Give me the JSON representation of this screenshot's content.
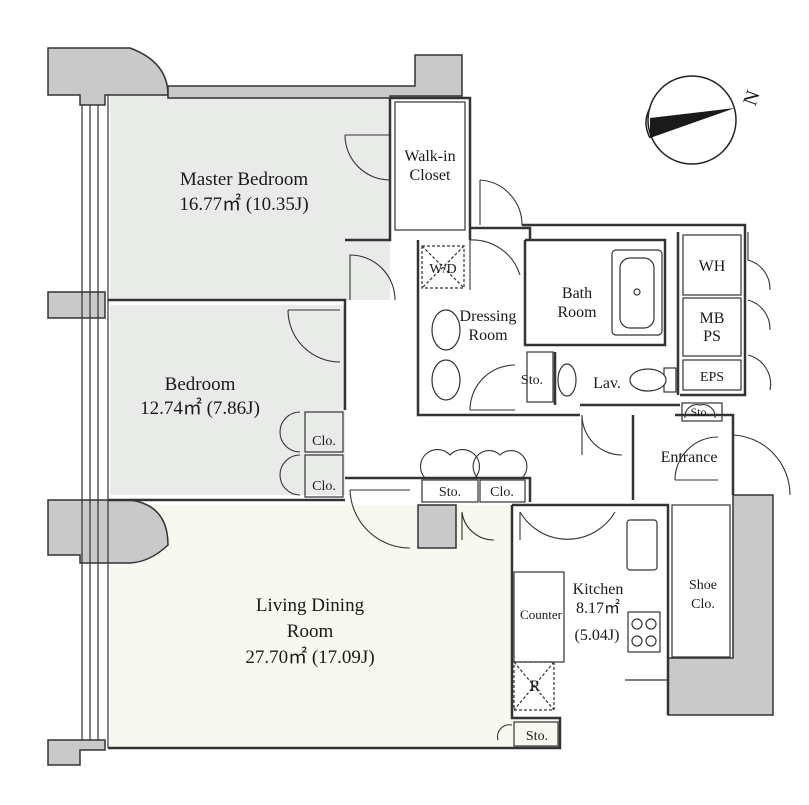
{
  "rooms": {
    "master_bedroom": {
      "name": "Master Bedroom",
      "area": "16.77㎡ (10.35J)"
    },
    "walk_in_closet": {
      "line1": "Walk-in",
      "line2": "Closet"
    },
    "bedroom": {
      "name": "Bedroom",
      "area": "12.74㎡ (7.86J)"
    },
    "living_dining": {
      "line1": "Living Dining",
      "line2": "Room",
      "area": "27.70㎡ (17.09J)"
    },
    "dressing_room": {
      "line1": "Dressing",
      "line2": "Room"
    },
    "bath_room": {
      "line1": "Bath",
      "line2": "Room"
    },
    "kitchen": {
      "name": "Kitchen",
      "area": "8.17㎡",
      "area_j": "(5.04J)"
    },
    "shoe_closet": {
      "line1": "Shoe",
      "line2": "Clo."
    },
    "entrance": "Entrance"
  },
  "labels": {
    "wd": "W/D",
    "wh": "WH",
    "mb": "MB",
    "ps": "PS",
    "eps": "EPS",
    "lav": "Lav.",
    "sto_dressing": "Sto.",
    "sto_entrance": "Sto.",
    "sto_hall": "Sto.",
    "clo_hall": "Clo.",
    "sto_living": "Sto.",
    "clo_bedroom_1": "Clo.",
    "clo_bedroom_2": "Clo.",
    "counter": "Counter",
    "fridge": "R"
  },
  "compass": {
    "north_label": "N"
  },
  "colors": {
    "master_bedroom_fill": "#e8ebe8",
    "bedroom_fill": "#e8ebe8",
    "living_fill": "#f7f8ef",
    "wall_fill": "#c9c9c9",
    "line": "#333333"
  }
}
